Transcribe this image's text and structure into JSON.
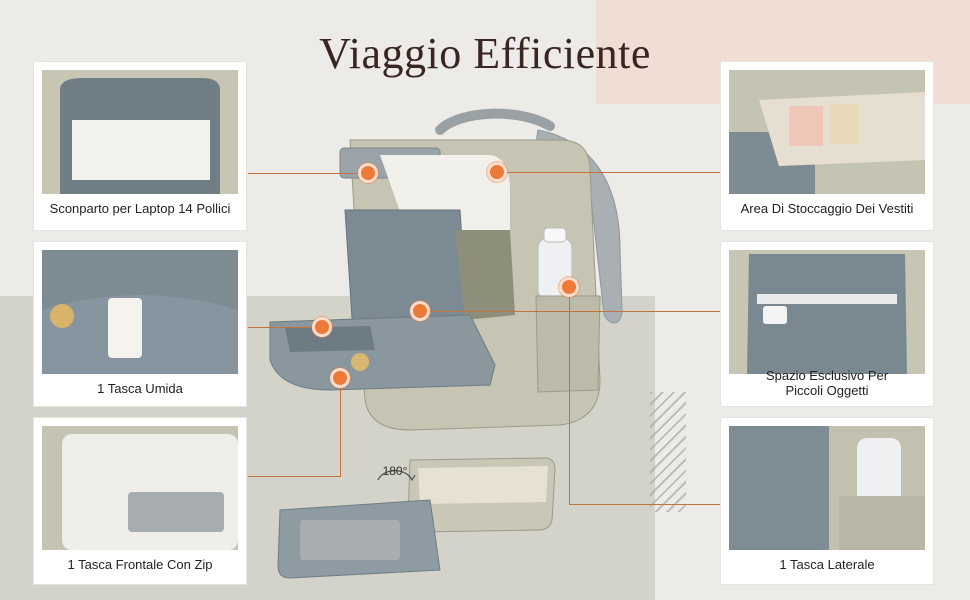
{
  "title": "Viaggio Efficiente",
  "rotation_badge": "180°",
  "features": {
    "laptop": "Sconparto per Laptop 14 Pollici",
    "wet": "1 Tasca Umida",
    "front": "1 Tasca Frontale Con Zip",
    "clothes": "Area Di Stoccaggio Dei Vestiti",
    "small_line1": "Spazio Esclusivo Per",
    "small_line2": "Piccoli Oggetti",
    "side": "1 Tasca Laterale"
  },
  "colors": {
    "accent": "#ee7a3a",
    "title": "#3a2621",
    "bag": "#b8b6a4"
  }
}
